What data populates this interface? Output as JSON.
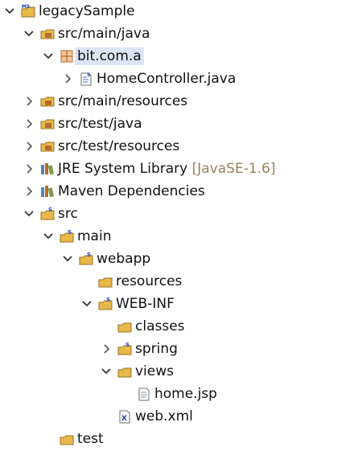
{
  "tree": {
    "project": {
      "label": "legacySample"
    },
    "src_main_java": {
      "label": "src/main/java"
    },
    "package": {
      "label": "bit.com.a"
    },
    "home_controller": {
      "label": "HomeController.java"
    },
    "src_main_resources": {
      "label": "src/main/resources"
    },
    "src_test_java": {
      "label": "src/test/java"
    },
    "src_test_resources": {
      "label": "src/test/resources"
    },
    "jre": {
      "label": "JRE System Library",
      "decoration": "[JavaSE-1.6]"
    },
    "maven": {
      "label": "Maven Dependencies"
    },
    "src": {
      "label": "src"
    },
    "main": {
      "label": "main"
    },
    "webapp": {
      "label": "webapp"
    },
    "resources": {
      "label": "resources"
    },
    "web_inf": {
      "label": "WEB-INF"
    },
    "classes": {
      "label": "classes"
    },
    "spring": {
      "label": "spring"
    },
    "views": {
      "label": "views"
    },
    "home_jsp": {
      "label": "home.jsp"
    },
    "web_xml": {
      "label": "web.xml"
    },
    "test": {
      "label": "test"
    }
  },
  "colors": {
    "selection": "#dbe5f5",
    "folder": "#e8b84a",
    "package_icon": "#b56d2e",
    "decoration_text": "#96835a"
  }
}
